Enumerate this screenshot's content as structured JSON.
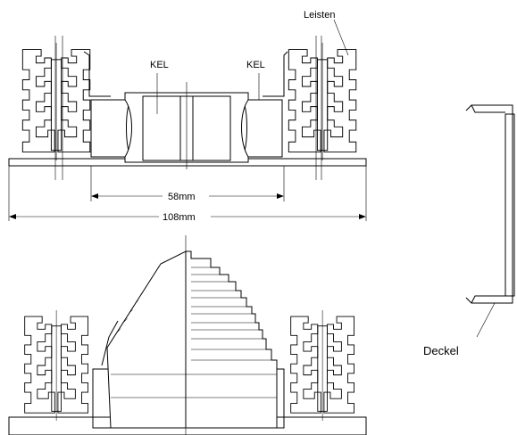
{
  "labels": {
    "leisten": "Leisten",
    "kel_left": "KEL",
    "kel_right": "KEL",
    "dim_inner": "58mm",
    "dim_outer": "108mm",
    "deckel": "Deckel"
  },
  "colors": {
    "line": "#000000",
    "background": "#ffffff"
  }
}
